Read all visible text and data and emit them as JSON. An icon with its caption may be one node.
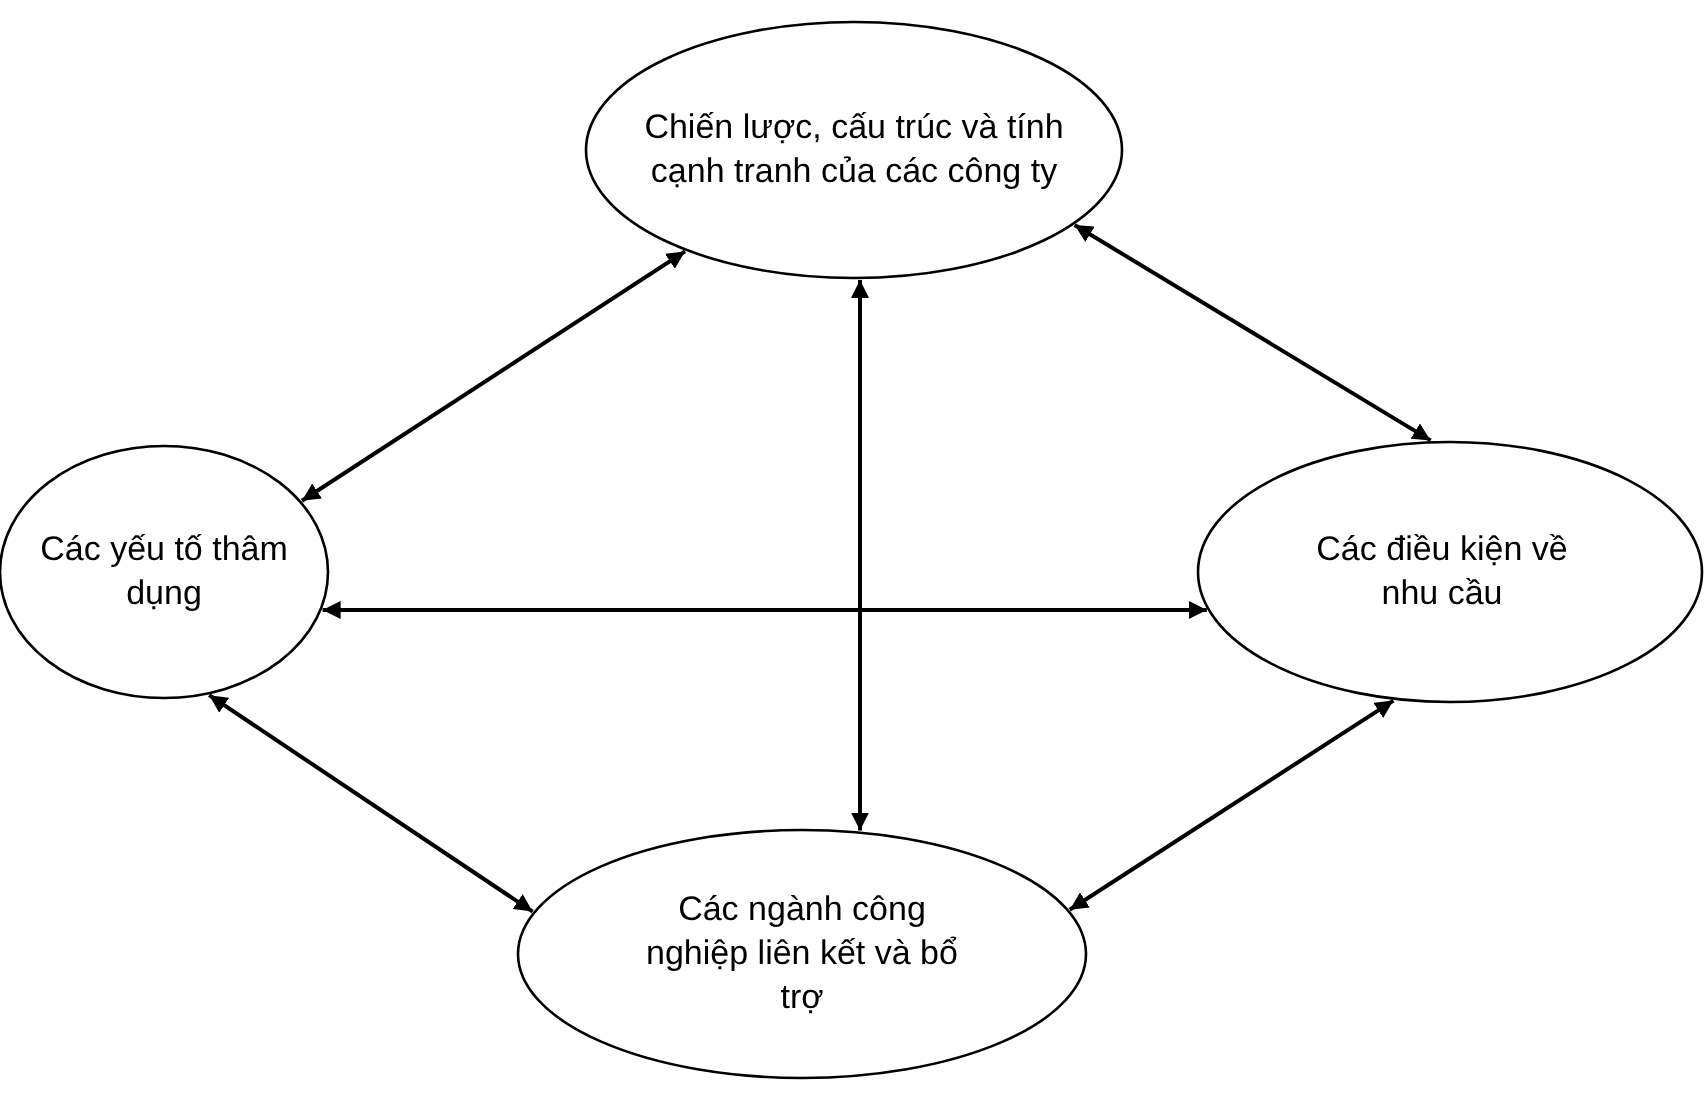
{
  "diagram": {
    "nodes": [
      {
        "text": [
          "Chiến lược, cấu trúc và tính cạnh tranh của các công ty"
        ]
      },
      {
        "text": [
          "Các yếu tố thâm dụng"
        ]
      },
      {
        "text": [
          "Các điều kiện về nhu cầu"
        ]
      },
      {
        "text": [
          "Các ngành công nghiệp liên kết và bổ trợ"
        ]
      }
    ],
    "edges": [
      {
        "from": 1,
        "to": 0,
        "arrow": "both"
      },
      {
        "from": 0,
        "to": 2,
        "arrow": "both"
      },
      {
        "from": 0,
        "to": 3,
        "arrow": "both"
      },
      {
        "from": 1,
        "to": 2,
        "arrow": "both"
      },
      {
        "from": 1,
        "to": 3,
        "arrow": "both"
      },
      {
        "from": 3,
        "to": 2,
        "arrow": "both"
      }
    ]
  }
}
